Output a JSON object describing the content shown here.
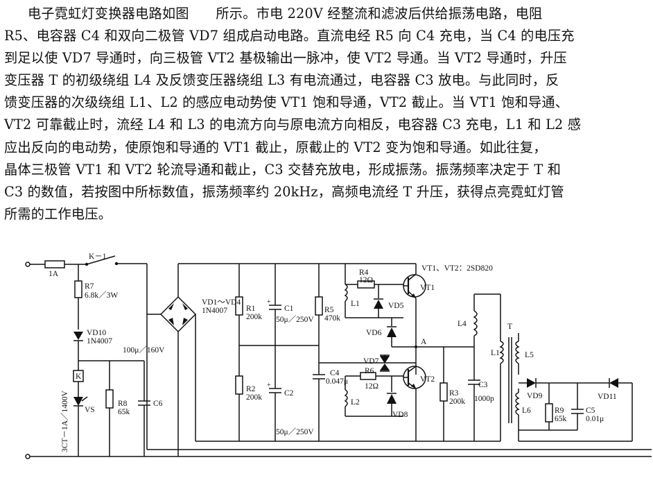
{
  "description_lines": [
    "电子霓虹灯变换器电路如图　　所示。市电 220V 经整流和滤波后供给振荡电路，电阻",
    "R5、电容器 C4 和双向二极管 VD7 组成启动电路。直流电经 R5 向 C4 充电，当 C4 的电压充",
    "到足以使 VD7 导通时，向三极管 VT2 基极输出一脉冲，使 VT2 导通。当 VT2 导通时，升压",
    "变压器 T 的初级绕组 L4 及反馈变压器绕组 L3 有电流通过，电容器 C3 放电。与此同时，反",
    "馈变压器的次级绕组 L1、L2 的感应电动势使 VT1 饱和导通，VT2 截止。当 VT1 饱和导通、",
    "VT2 可靠截止时，流经 L4 和 L3 的电流方向与原电流方向相反，电容器 C3 充电，L1 和 L2 感",
    "应出反向的电动势，使原饱和导通的 VT1 截止，原截止的 VT2 变为饱和导通。如此往复，",
    "晶体三极管 VT1 和 VT2 轮流导通和截止，C3 交替充放电，形成振荡。振荡频率决定于 T 和",
    "C3 的数值，若按图中所标数值，振荡频率约 20kHz，高频电流经 T 升压，获得点亮霓虹灯管",
    "所需的工作电压。"
  ],
  "labels": {
    "fuse": "1A",
    "switch": "K－1",
    "r7": "R7",
    "r7_val": "6.8k／3W",
    "vd10": "VD10",
    "vd10_val": "1N4007",
    "relay": "K",
    "vs": "VS",
    "vs_val": "3CT－1A／1400V",
    "c6_val": "100μ／160V",
    "r8": "R8",
    "r8_val": "65k",
    "c6": "C6",
    "bridge": "VD1～VD4",
    "bridge_val": "1N4007",
    "r1": "R1",
    "r1_val": "200k",
    "c1": "C1",
    "c1_val": "50μ／250V",
    "r2": "R2",
    "r2_val": "200k",
    "c2": "C2",
    "c2_val": "50μ／250V",
    "r5": "R5",
    "r5_val": "470k",
    "r4": "R4",
    "r4_val": "12Ω",
    "l1": "L1",
    "vd5": "VD5",
    "vt1": "VT1",
    "transistors": "VT1、VT2：2SD820",
    "vd6": "VD6",
    "node_a": "A",
    "c4": "C4",
    "c4_val": "0.047μ",
    "vd7": "VD7",
    "r6": "R6",
    "r6_val": "12Ω",
    "l2": "L2",
    "vt2": "VT2",
    "vd8": "VD8",
    "r3": "R3",
    "r3_val": "200k",
    "c3": "C3",
    "c3_val": "1000p",
    "l4": "L4",
    "t": "T",
    "l1t": "L1",
    "l5": "L5",
    "l6": "L6",
    "vd9": "VD9",
    "vd11": "VD11",
    "r9": "R9",
    "r9_val": "65k",
    "c5": "C5",
    "c5_val": "0.01μ"
  }
}
